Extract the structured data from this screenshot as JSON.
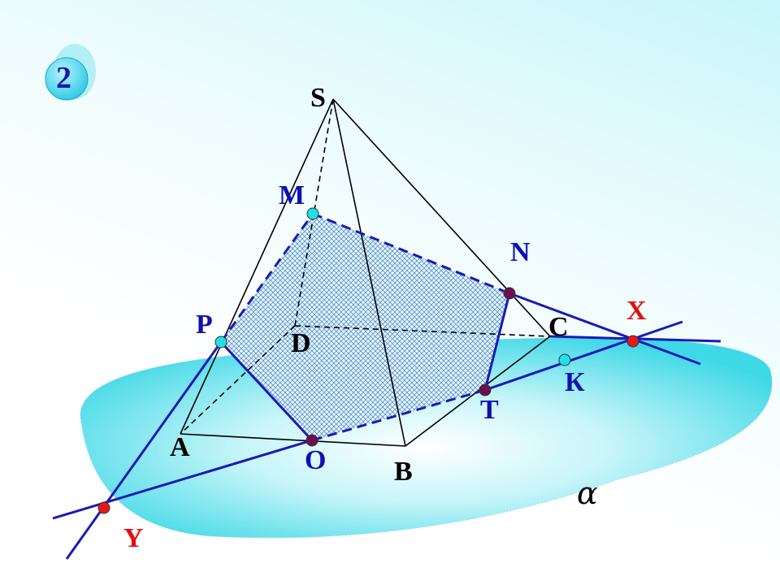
{
  "badge": {
    "number": "2"
  },
  "plane_label": "α",
  "vertices": {
    "S": "S",
    "A": "A",
    "B": "B",
    "C": "C",
    "D": "D"
  },
  "section_points": {
    "M": "M",
    "N": "N",
    "P": "P",
    "O": "O",
    "T": "T",
    "K": "К"
  },
  "intersection_points": {
    "X": "X",
    "Y": "Y"
  },
  "colors": {
    "black_label": "#000000",
    "blue_label": "#1010b0",
    "red_label": "#e01010",
    "line_blue": "#1a1ab8",
    "plane": "#5fe3ee"
  }
}
